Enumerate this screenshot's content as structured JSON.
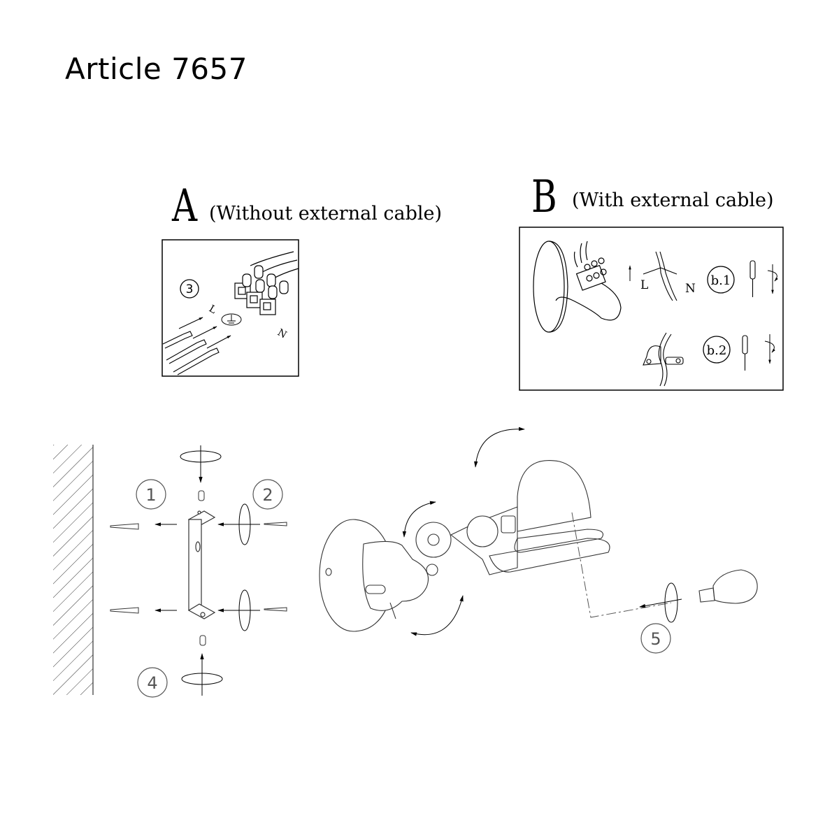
{
  "title": "Article 7657",
  "section_a": {
    "letter": "A",
    "subtitle": "(Without external cable)",
    "step": "3",
    "wire_labels": {
      "live": "L",
      "neutral": "N"
    },
    "earth_symbol": "earth-ground-icon"
  },
  "section_b": {
    "letter": "B",
    "subtitle": "(With external cable)",
    "wire_labels": {
      "live": "L",
      "neutral": "N"
    },
    "steps": [
      {
        "label": "b.1"
      },
      {
        "label": "b.2"
      }
    ]
  },
  "mounting": {
    "steps": [
      "1",
      "2",
      "4"
    ]
  },
  "bulb": {
    "step": "5"
  },
  "colors": {
    "line": "#000000",
    "light_line": "#555555",
    "background": "#ffffff"
  }
}
